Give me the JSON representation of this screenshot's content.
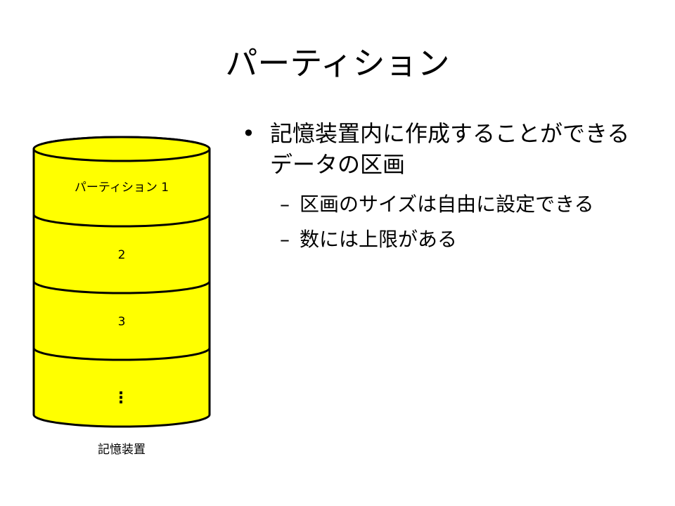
{
  "slide": {
    "title": "パーティション",
    "bullets": [
      {
        "text": "記憶装置内に作成することができるデータの区画",
        "sub": [
          "区画のサイズは自由に設定できる",
          "数には上限がある"
        ]
      }
    ]
  },
  "diagram": {
    "caption": "記憶装置",
    "segments": [
      "パーティション 1",
      "2",
      "3",
      "⋮"
    ],
    "fill_color": "#ffff00",
    "stroke_color": "#000000"
  }
}
